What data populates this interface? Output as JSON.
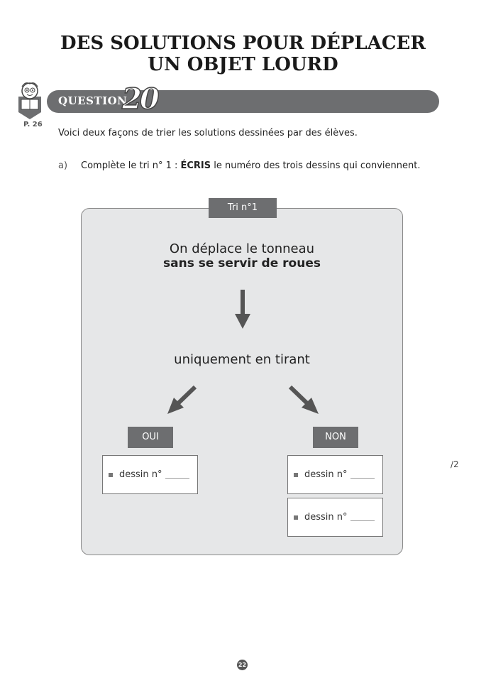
{
  "title": {
    "line1": "DES SOLUTIONS POUR DÉPLACER",
    "line2": "UN OBJET LOURD"
  },
  "question": {
    "label": "QUESTION",
    "number": "20",
    "page_ref": "P. 26"
  },
  "intro": "Voici deux façons de trier les solutions dessinées par des élèves.",
  "part_a": {
    "letter": "a)",
    "text_before": "Complète le tri n° 1 : ",
    "text_bold": "ÉCRIS",
    "text_after": " le numéro des trois dessins qui conviennent."
  },
  "sort": {
    "tab_label": "Tri n°1",
    "line1": "On déplace le tonneau",
    "line2": "sans se servir de roues",
    "line3": "uniquement en tirant",
    "yes_label": "OUI",
    "no_label": "NON",
    "yes_answers": [
      "dessin n°"
    ],
    "no_answers": [
      "dessin n°",
      "dessin n°"
    ]
  },
  "score": "/2",
  "page_number": "22",
  "colors": {
    "bar": "#6d6e70",
    "panel": "#e6e7e8",
    "arrow": "#555555"
  }
}
